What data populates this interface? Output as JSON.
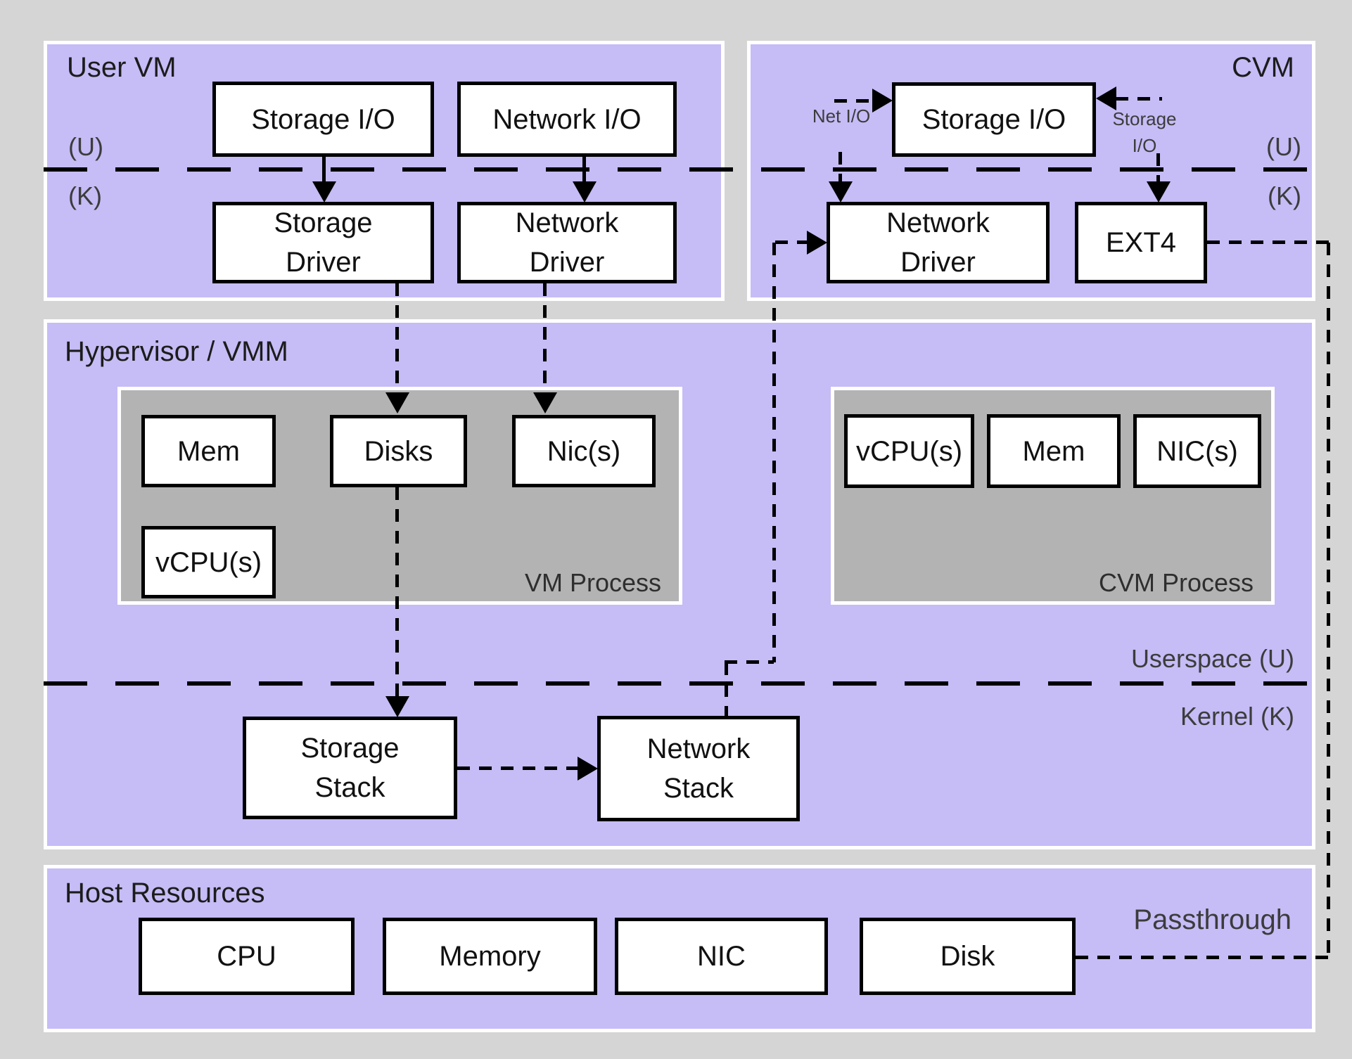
{
  "colors": {
    "background": "#d5d5d5",
    "panel_purple": "#c6bcf6",
    "process_gray": "#b3b3b3",
    "box_white": "#ffffff",
    "line_black": "#000000",
    "text_dark": "#111111",
    "text_dim": "#3c3c3c"
  },
  "panels": {
    "user_vm": {
      "title": "User VM",
      "u_label": "(U)",
      "k_label": "(K)",
      "boxes": {
        "storage_io": "Storage I/O",
        "network_io": "Network I/O",
        "storage_driver": "Storage Driver",
        "network_driver": "Network Driver"
      }
    },
    "cvm": {
      "title": "CVM",
      "u_label": "(U)",
      "k_label": "(K)",
      "net_io_label": "Net I/O",
      "storage_io_label": "Storage I/O",
      "boxes": {
        "storage_io": "Storage I/O",
        "network_driver": "Network Driver",
        "ext4": "EXT4"
      }
    },
    "hypervisor": {
      "title": "Hypervisor / VMM",
      "userspace_label": "Userspace (U)",
      "kernel_label": "Kernel (K)",
      "vm_process": {
        "label": "VM Process",
        "boxes": {
          "mem": "Mem",
          "disks": "Disks",
          "nics": "Nic(s)",
          "vcpus": "vCPU(s)"
        }
      },
      "cvm_process": {
        "label": "CVM Process",
        "boxes": {
          "vcpus": "vCPU(s)",
          "mem": "Mem",
          "nics": "NIC(s)"
        }
      },
      "boxes": {
        "storage_stack": "Storage Stack",
        "network_stack": "Network Stack"
      }
    },
    "host": {
      "title": "Host Resources",
      "passthrough_label": "Passthrough",
      "boxes": {
        "cpu": "CPU",
        "memory": "Memory",
        "nic": "NIC",
        "disk": "Disk"
      }
    }
  }
}
